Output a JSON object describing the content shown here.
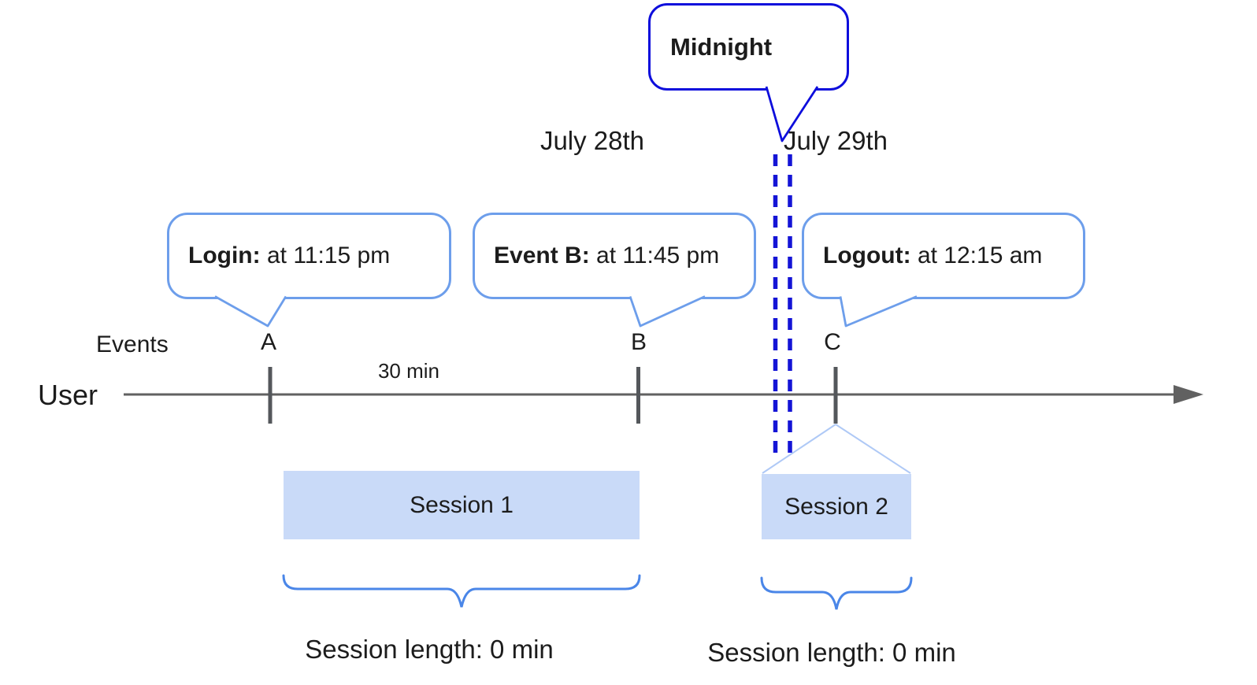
{
  "diagram": {
    "dates": {
      "left": "July 28th",
      "right": "July 29th"
    },
    "midnight": {
      "label": "Midnight"
    },
    "events": {
      "row_label": "Events",
      "markers": {
        "a": "A",
        "b": "B",
        "c": "C"
      }
    },
    "timeline": {
      "axis_label": "User",
      "interval_label": "30 min"
    },
    "bubbles": {
      "login": {
        "title": "Login:",
        "detail": " at 11:15 pm"
      },
      "event_b": {
        "title": "Event B:",
        "detail": " at 11:45 pm"
      },
      "logout": {
        "title": "Logout:",
        "detail": " at 12:15 am"
      }
    },
    "sessions": {
      "s1": {
        "label": "Session 1",
        "length_label": "Session length: 0 min"
      },
      "s2": {
        "label": "Session 2",
        "length_label": "Session length: 0 min"
      }
    },
    "colors": {
      "bubble_border_light": "#6D9EEB",
      "bubble_border_dark": "#0E0EDC",
      "midnight_dash_blue": "#1414D6",
      "session_fill": "#C9DAF8",
      "brace_blue": "#4A86E8",
      "funnel_light_blue": "#AFC9F6",
      "axis_gray": "#616161",
      "tick_gray": "#54575B",
      "text_black": "#1C1C1C"
    }
  }
}
